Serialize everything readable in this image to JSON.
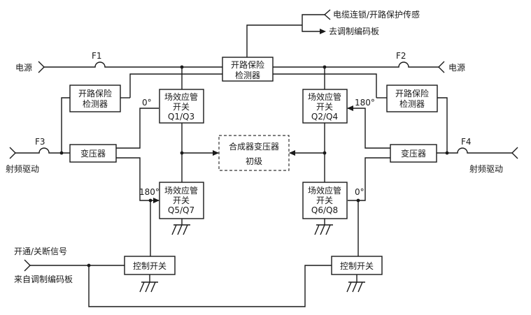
{
  "labels": {
    "cable_interlock": "电缆连锁/开路保护传感",
    "to_modulator": "去调制编码板",
    "power_left": "电源",
    "power_right": "电源",
    "f1": "F1",
    "f2": "F2",
    "f3": "F3",
    "f4": "F4",
    "rf_drive_left": "射频驱动",
    "rf_drive_right": "射频驱动",
    "on_off_signal": "开通/关断信号",
    "from_modulator": "来自调制编码板",
    "deg_0_left": "0°",
    "deg_180_left": "180°",
    "deg_180_right": "180°",
    "deg_0_right": "0°"
  },
  "blocks": {
    "open_detector_center": [
      "开路保险",
      "检测器"
    ],
    "open_detector_left": [
      "开路保险",
      "检测器"
    ],
    "open_detector_right": [
      "开路保险",
      "检测器"
    ],
    "fet_q1q3": [
      "场效应管",
      "开关",
      "Q1/Q3"
    ],
    "fet_q2q4": [
      "场效应管",
      "开关",
      "Q2/Q4"
    ],
    "fet_q5q7": [
      "场效应管",
      "开关",
      "Q5/Q7"
    ],
    "fet_q6q8": [
      "场效应管",
      "开关",
      "Q6/Q8"
    ],
    "transformer_left": [
      "变压器"
    ],
    "transformer_right": [
      "变压器"
    ],
    "combiner": [
      "合成器变压器",
      "初级"
    ],
    "control_switch_left": [
      "控制开关"
    ],
    "control_switch_right": [
      "控制开关"
    ]
  }
}
